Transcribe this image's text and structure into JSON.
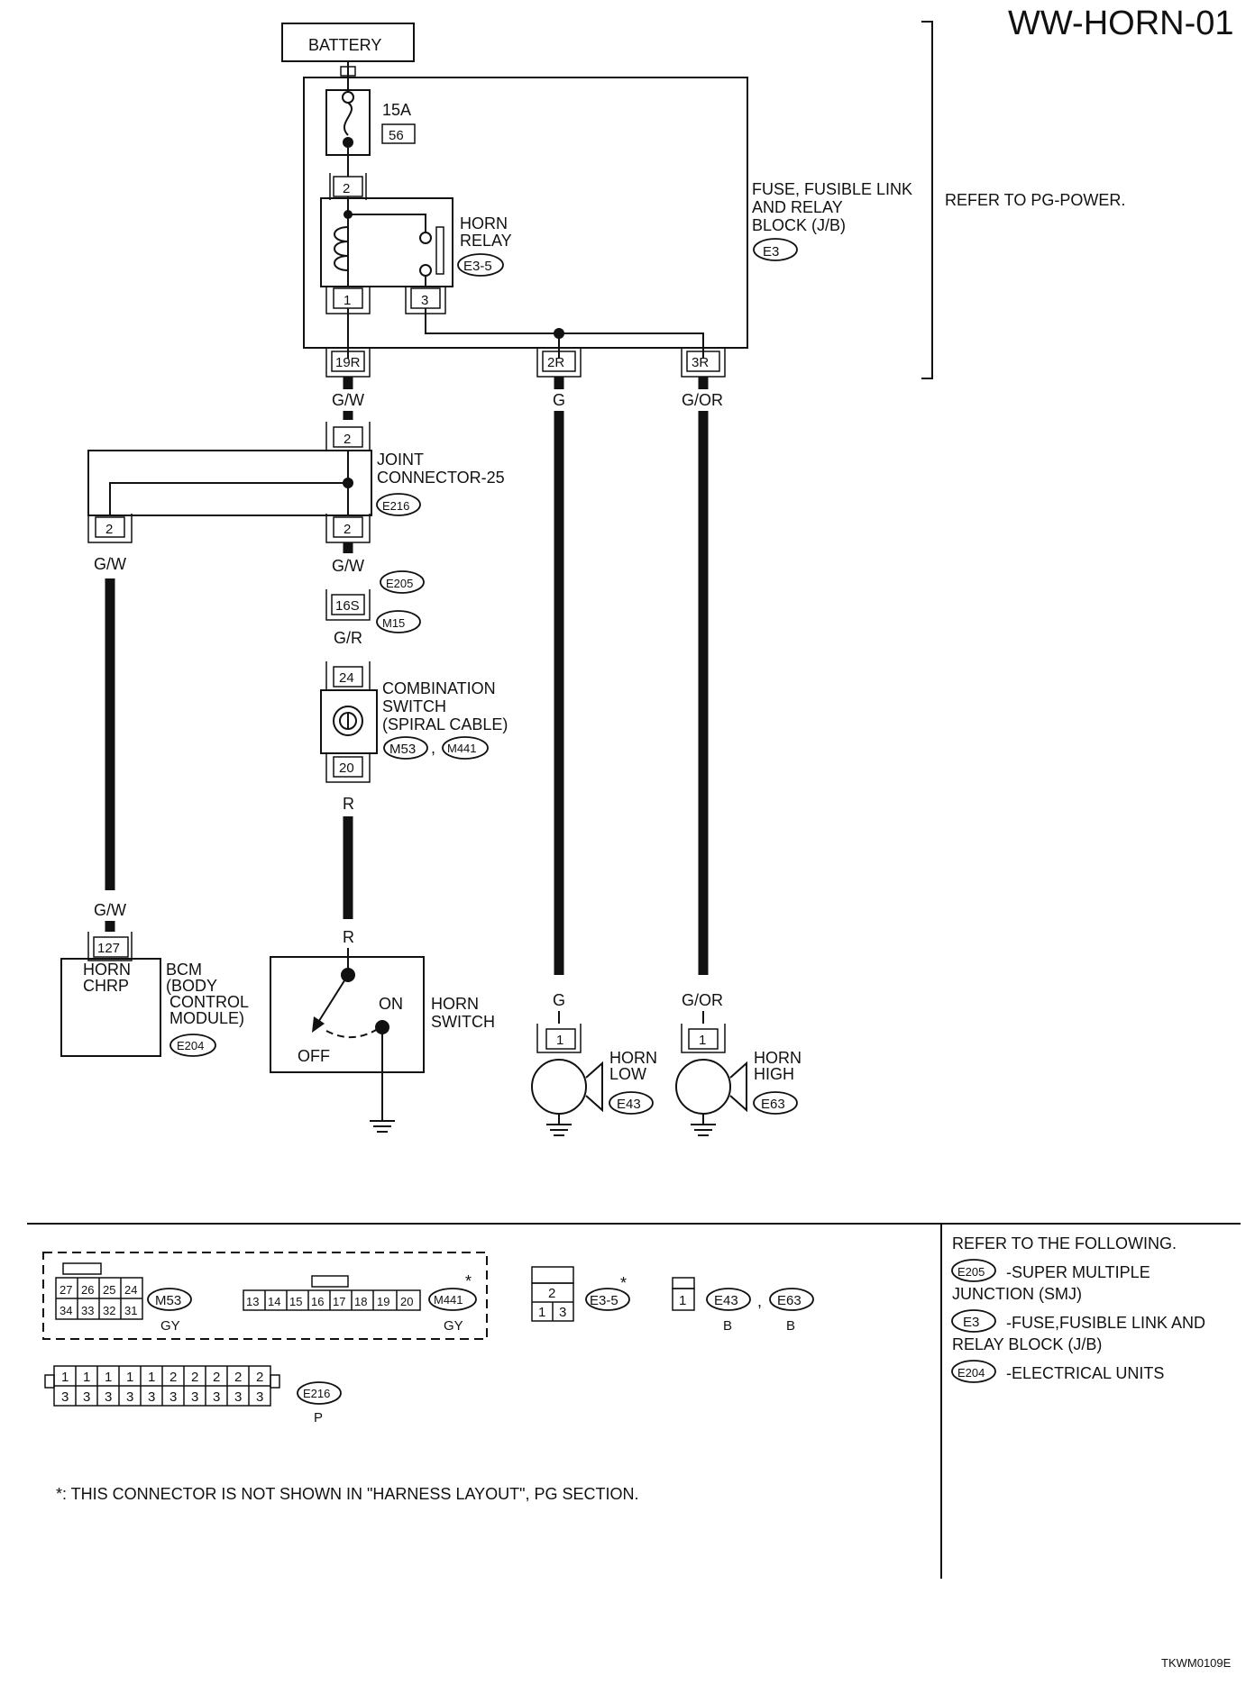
{
  "title": "WW-HORN-01",
  "footer_code": "TKWM0109E",
  "refer_pg_power": "REFER TO PG-POWER.",
  "battery": "BATTERY",
  "fuse": {
    "amp": "15A",
    "num": "56"
  },
  "relay": {
    "name1": "HORN",
    "name2": "RELAY",
    "ref": "E3-5",
    "pin_top": "2",
    "pin_coil": "1",
    "pin_switch": "3"
  },
  "jb": {
    "l1": "FUSE, FUSIBLE LINK",
    "l2": "AND RELAY",
    "l3": "BLOCK (J/B)",
    "ref": "E3",
    "pin_a": "19R",
    "pin_b": "2R",
    "pin_c": "3R"
  },
  "wires": {
    "gw": "G/W",
    "g": "G",
    "gor": "G/OR",
    "gr": "G/R",
    "r": "R"
  },
  "joint": {
    "l1": "JOINT",
    "l2": "CONNECTOR-25",
    "ref": "E216",
    "pin_top": "2",
    "pin_left": "2",
    "pin_right": "2"
  },
  "smj": {
    "ref1": "E205",
    "pin": "16S",
    "ref2": "M15"
  },
  "combo": {
    "l1": "COMBINATION",
    "l2": "SWITCH",
    "l3": "(SPIRAL CABLE)",
    "pin_top": "24",
    "pin_bot": "20",
    "ref1": "M53",
    "sep": ",",
    "ref2": "M441"
  },
  "bcm": {
    "pin": "127",
    "in1": "HORN",
    "in2": "CHRP",
    "l1": "BCM",
    "l2": "(BODY",
    "l3": "CONTROL",
    "l4": "MODULE)",
    "ref": "E204"
  },
  "horn_switch": {
    "on": "ON",
    "off": "OFF",
    "l1": "HORN",
    "l2": "SWITCH"
  },
  "horn_low": {
    "pin": "1",
    "l1": "HORN",
    "l2": "LOW",
    "ref": "E43"
  },
  "horn_high": {
    "pin": "1",
    "l1": "HORN",
    "l2": "HIGH",
    "ref": "E63"
  },
  "legend": {
    "heading": "REFER TO THE FOLLOWING.",
    "items": [
      {
        "ref": "E205",
        "t1": "-SUPER MULTIPLE",
        "t2": "JUNCTION (SMJ)"
      },
      {
        "ref": "E3",
        "t1": "-FUSE,FUSIBLE LINK AND",
        "t2": "RELAY BLOCK (J/B)"
      },
      {
        "ref": "E204",
        "t1": "-ELECTRICAL UNITS",
        "t2": ""
      }
    ]
  },
  "connectors": {
    "m53": {
      "top": [
        "27",
        "26",
        "25",
        "24"
      ],
      "bot": [
        "34",
        "33",
        "32",
        "31"
      ],
      "ref": "M53",
      "color": "GY"
    },
    "m441": {
      "cells": [
        "13",
        "14",
        "15",
        "16",
        "17",
        "18",
        "19",
        "20"
      ],
      "ref": "M441",
      "color": "GY",
      "star": "*"
    },
    "e35": {
      "top": "2",
      "bot": [
        "1",
        "3"
      ],
      "ref": "E3-5",
      "star": "*"
    },
    "e43e63": {
      "cell": "1",
      "ref1": "E43",
      "sep": ",",
      "ref2": "E63",
      "color1": "B",
      "color2": "B"
    },
    "e216": {
      "top": [
        "1",
        "1",
        "1",
        "1",
        "1",
        "2",
        "2",
        "2",
        "2",
        "2"
      ],
      "bot": [
        "3",
        "3",
        "3",
        "3",
        "3",
        "3",
        "3",
        "3",
        "3",
        "3"
      ],
      "ref": "E216",
      "color": "P"
    }
  },
  "footnote": "*: THIS CONNECTOR IS NOT SHOWN IN \"HARNESS LAYOUT\", PG SECTION."
}
